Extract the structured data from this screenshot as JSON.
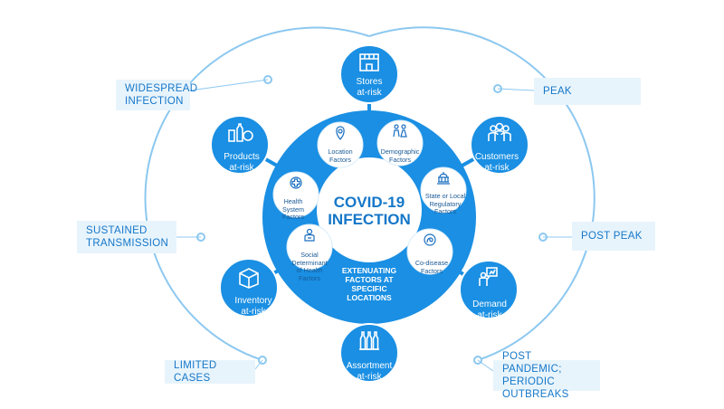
{
  "center": {
    "title_line1": "COVID-19",
    "title_line2": "INFECTION"
  },
  "ring_caption": "EXTENUATING\nFACTORS AT\nSPECIFIC\nLOCATIONS",
  "factors": [
    {
      "label": "Location\nFactors",
      "icon": "location-pin-icon"
    },
    {
      "label": "Demographic\nFactors",
      "icon": "people-icon"
    },
    {
      "label": "State or Local\nRegulatory\nFactors",
      "icon": "capitol-building-icon"
    },
    {
      "label": "Co-disease\nFactors",
      "icon": "co-disease-icon"
    },
    {
      "label": "Social\nDeterminant\nof Health\nFactors",
      "icon": "social-determinant-icon"
    },
    {
      "label": "Health\nSystem\nFactors",
      "icon": "health-cross-icon"
    }
  ],
  "risks": [
    {
      "label": "Stores\nat-risk",
      "icon": "store-icon"
    },
    {
      "label": "Customers\nat-risk",
      "icon": "customers-icon"
    },
    {
      "label": "Demand\nat-risk",
      "icon": "demand-icon"
    },
    {
      "label": "Assortment\nat-risk",
      "icon": "bottles-icon"
    },
    {
      "label": "Inventory\nat-risk",
      "icon": "box-icon"
    },
    {
      "label": "Products\nat-risk",
      "icon": "products-icon"
    }
  ],
  "phases": {
    "widespread": "WIDESPREAD\nINFECTION",
    "peak": "PEAK",
    "sustained": "SUSTAINED\nTRANSMISSION",
    "post_peak": "POST PEAK",
    "limited": "LIMITED CASES",
    "post_pandemic": "POST PANDEMIC;\nPERIODIC OUTBREAKS"
  },
  "colors": {
    "primary": "#1a8fe3",
    "light_ring": "#bfe0f7",
    "phase_bg": "#e8f4fc",
    "text_blue": "#1577c8"
  }
}
